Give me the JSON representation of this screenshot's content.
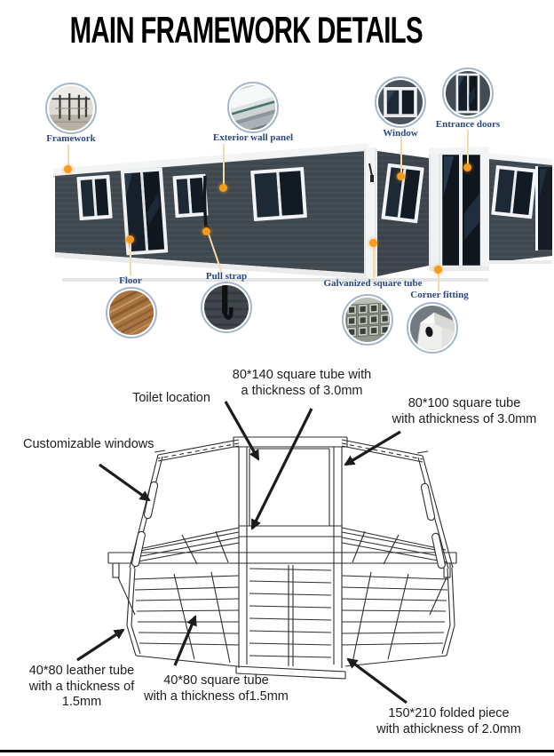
{
  "title": "MAIN FRAMEWORK DETAILS",
  "hero": {
    "callouts": [
      {
        "id": "framework",
        "label": "Framework"
      },
      {
        "id": "exterior-wall-panel",
        "label": "Exterior wall panel"
      },
      {
        "id": "window",
        "label": "Window"
      },
      {
        "id": "entrance-doors",
        "label": "Entrance doors"
      },
      {
        "id": "floor",
        "label": "Floor"
      },
      {
        "id": "pull-strap",
        "label": "Pull strap"
      },
      {
        "id": "galvanized-square-tube",
        "label": "Galvanized square tube"
      },
      {
        "id": "corner-fitting",
        "label": "Corner fitting"
      }
    ]
  },
  "diagram": {
    "annotations": [
      {
        "id": "toilet-location",
        "text": "Toilet location"
      },
      {
        "id": "tube-80-140",
        "text": "80*140 square tube with\na thickness of 3.0mm"
      },
      {
        "id": "tube-80-100",
        "text": "80*100 square tube\nwith athickness of 3.0mm"
      },
      {
        "id": "customizable-windows",
        "text": "Customizable windows"
      },
      {
        "id": "leather-tube-40-80",
        "text": "40*80 leather tube\nwith a thickness of\n1.5mm"
      },
      {
        "id": "square-tube-40-80",
        "text": "40*80 square tube\nwith a thickness of1.5mm"
      },
      {
        "id": "folded-piece-150-210",
        "text": "150*210 folded piece\nwith athickness of 2.0mm"
      }
    ]
  },
  "colors": {
    "marker_dot": "#F59B20",
    "leader_line": "#F3DCA8",
    "label_blue": "#2B4784",
    "house_wall": "#3F474F",
    "annotation_ink": "#1E1E1E"
  }
}
